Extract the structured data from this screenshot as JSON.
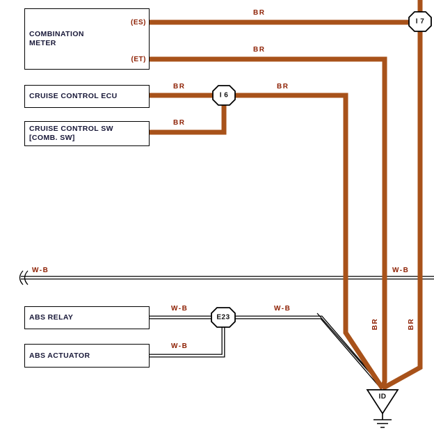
{
  "colors": {
    "wire_brown": "#a8521a",
    "wire_label_red": "#8e2104",
    "box_text": "#181838"
  },
  "boxes": {
    "combination_meter": {
      "line1": "COMBINATION",
      "line2": "METER"
    },
    "cruise_control_ecu": {
      "line1": "CRUISE CONTROL ECU"
    },
    "cruise_control_sw": {
      "line1": "CRUISE CONTROL SW",
      "line2": "[COMB. SW]"
    },
    "abs_relay": {
      "line1": "ABS RELAY"
    },
    "abs_actuator": {
      "line1": "ABS ACTUATOR"
    }
  },
  "terminals": {
    "es": "(ES)",
    "et": "(ET)"
  },
  "connectors": {
    "i7": "I 7",
    "i6": "I 6",
    "e23": "E23"
  },
  "ground": {
    "code": "ID"
  },
  "wire_labels": {
    "es_br": "BR",
    "et_br": "BR",
    "ecu_br_left": "BR",
    "ecu_br_right": "BR",
    "sw_br": "BR",
    "wb_main_left": "W-B",
    "wb_main_right": "W-B",
    "relay_wb_left": "W-B",
    "relay_wb_right": "W-B",
    "actuator_wb": "W-B",
    "vert_br_left": "BR",
    "vert_br_right": "BR"
  }
}
